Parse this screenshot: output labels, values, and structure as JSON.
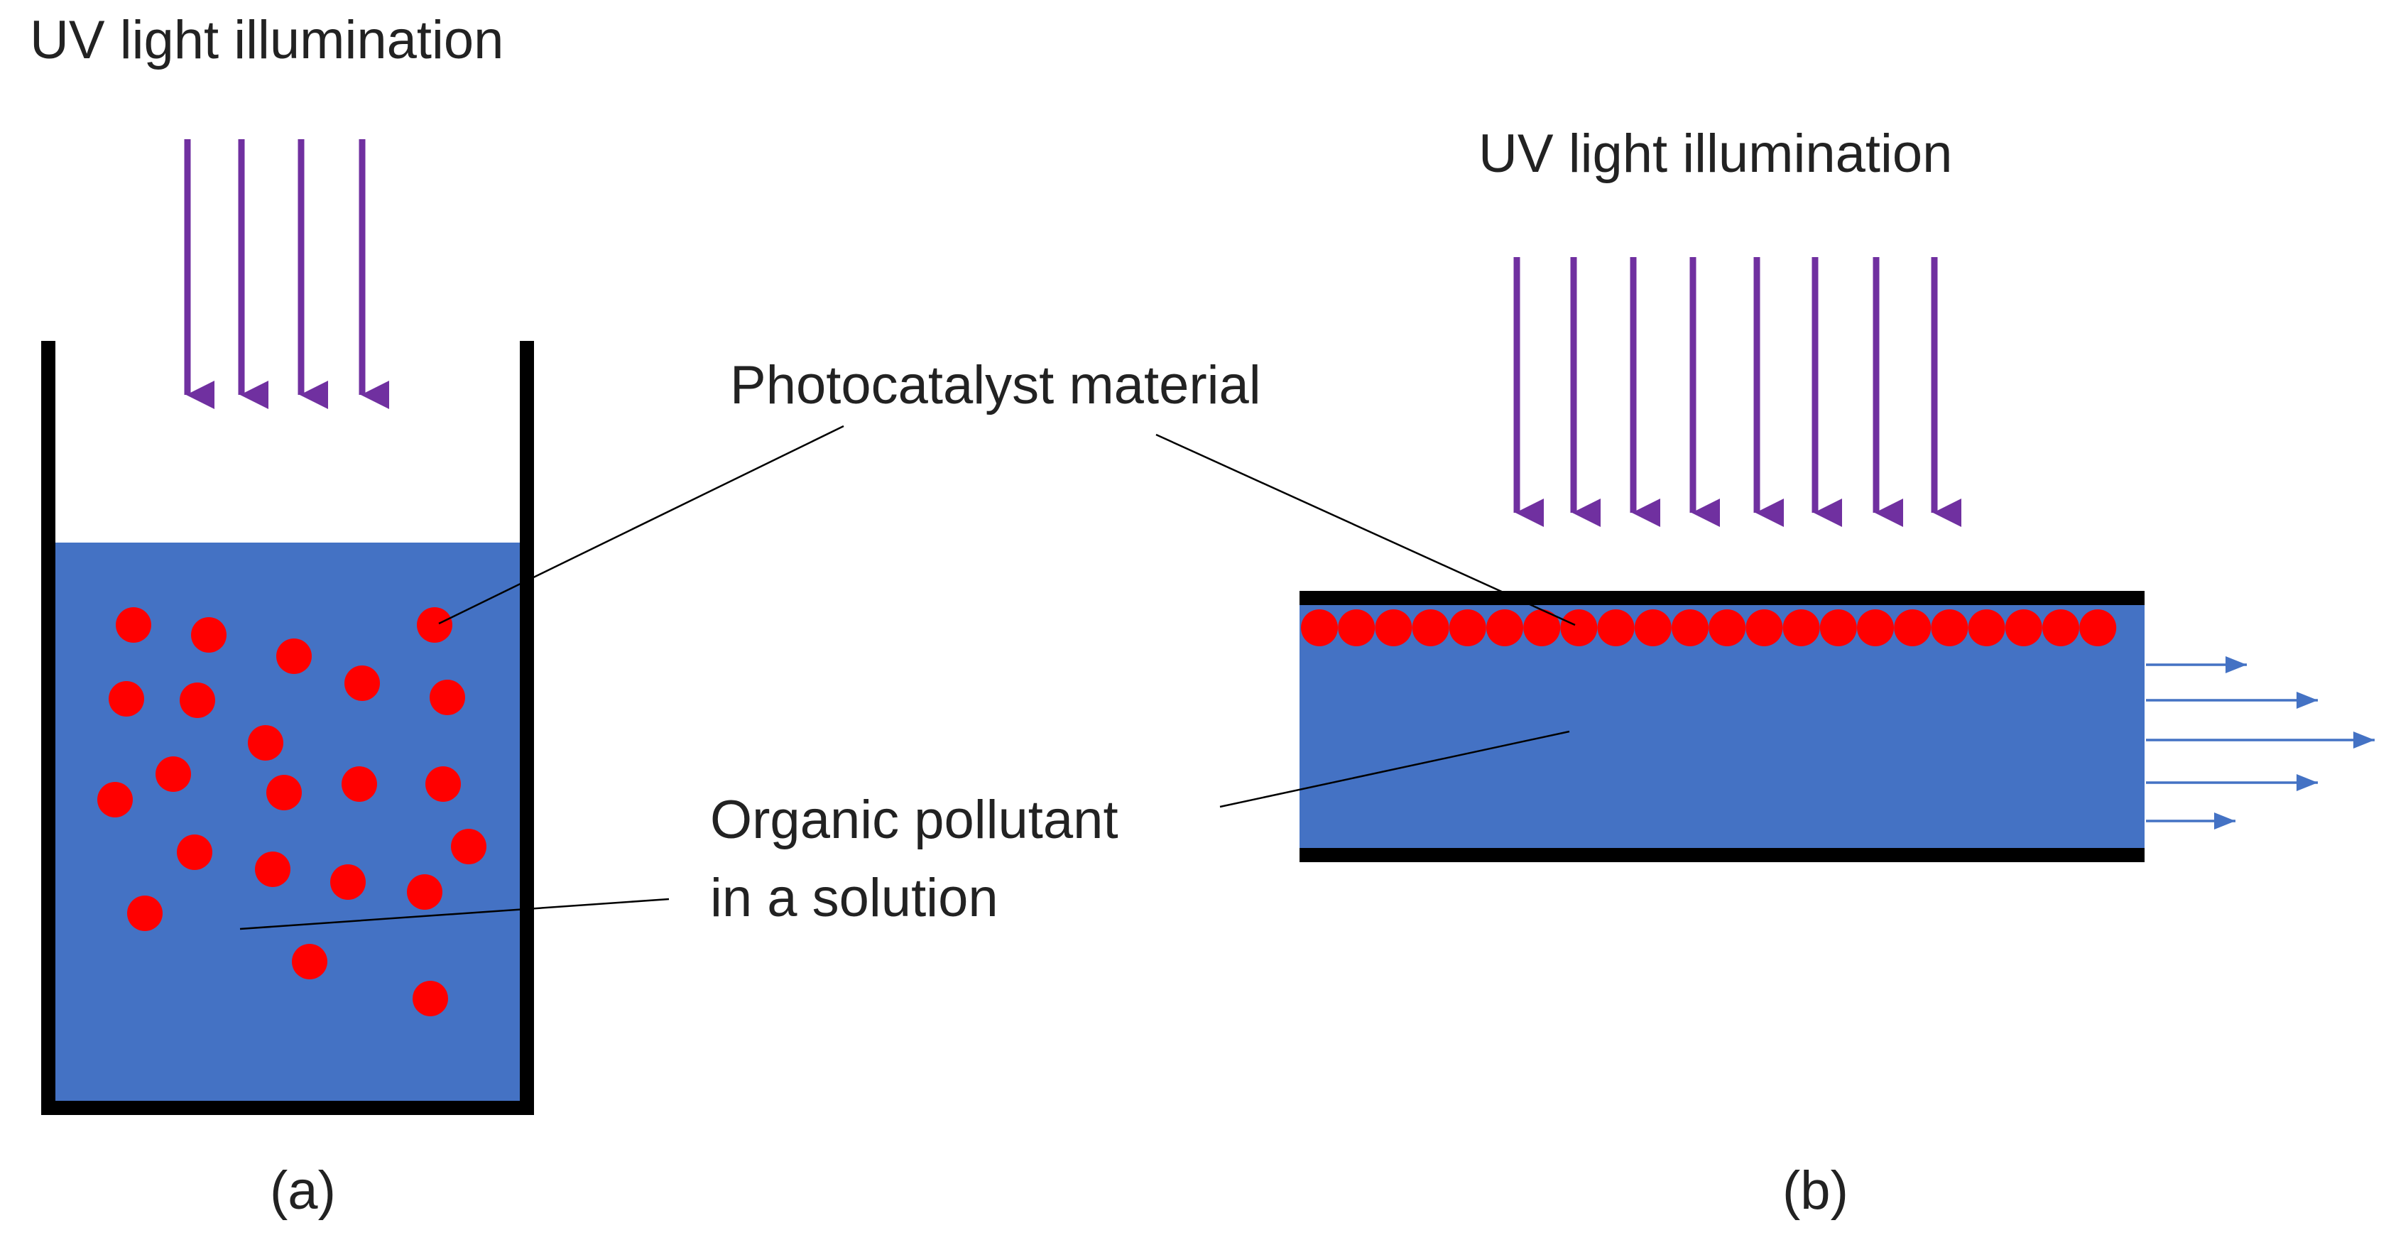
{
  "colors": {
    "solution": "#4472C4",
    "particle": "#FF0000",
    "uv_arrow": "#7030A0",
    "flow_arrow": "#4472C4",
    "wall": "#000000",
    "text": "#222222"
  },
  "panel_a": {
    "uv_label": "UV light illumination",
    "caption": "(a)"
  },
  "panel_b": {
    "uv_label": "UV light illumination",
    "caption": "(b)"
  },
  "labels": {
    "photocatalyst": "Photocatalyst material",
    "pollutant_line1": "Organic pollutant",
    "pollutant_line2": "in a solution"
  }
}
